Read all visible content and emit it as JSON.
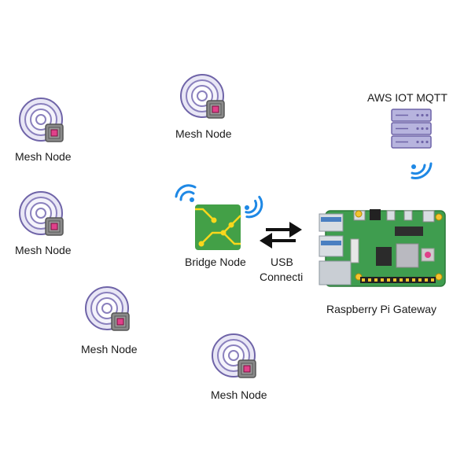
{
  "mesh_nodes": [
    {
      "label": "Mesh Node"
    },
    {
      "label": "Mesh Node"
    },
    {
      "label": "Mesh Node"
    },
    {
      "label": "Mesh Node"
    },
    {
      "label": "Mesh Node"
    }
  ],
  "bridge": {
    "label": "Bridge Node"
  },
  "connection": {
    "line1": "USB",
    "line2": "Connecti"
  },
  "gateway": {
    "label": "Raspberry Pi Gateway"
  },
  "cloud": {
    "label": "AWS IOT MQTT"
  },
  "icons": {
    "mesh": "mesh-node-icon",
    "bridge": "circuit-board-icon",
    "wifi": "wifi-icon",
    "arrows": "bidirectional-arrows-icon",
    "server": "server-icon",
    "pi": "raspberry-pi-icon"
  },
  "colors": {
    "wifi_blue": "#1e88e5",
    "bridge_green": "#43a047",
    "circuit_yellow": "#f9d71c",
    "mesh_ring": "#7b6fb0",
    "mesh_chip": "#e0418a",
    "server": "#b7b4de",
    "pi_board": "#3f9d4f"
  }
}
